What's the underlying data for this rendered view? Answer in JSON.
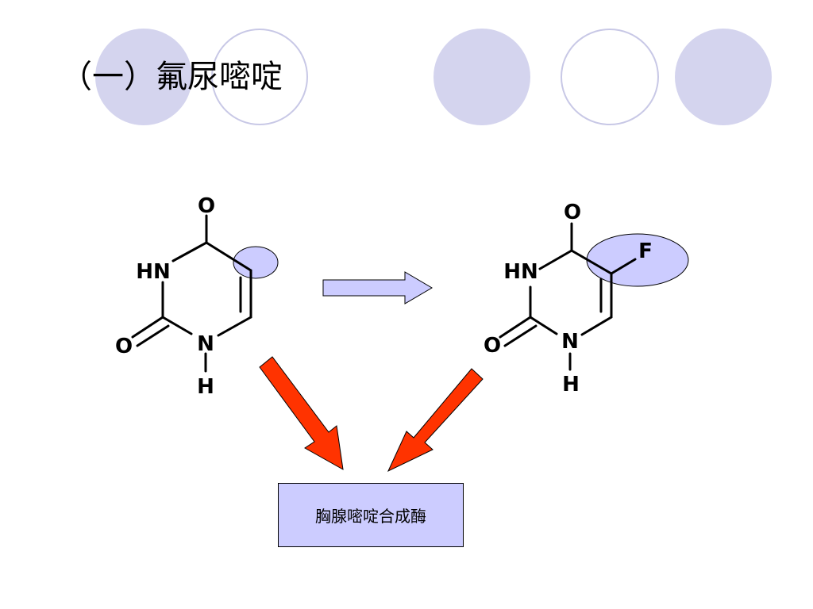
{
  "slide": {
    "title": "（一）氟尿嘧啶",
    "enzyme_label": "胸腺嘧啶合成酶"
  },
  "molecules": {
    "uracil": {
      "top_o": "O",
      "nh": "HN",
      "left_o": "O",
      "n": "N",
      "h": "H"
    },
    "fluorouracil": {
      "top_o": "O",
      "nh": "HN",
      "left_o": "O",
      "n": "N",
      "h": "H",
      "f": "F"
    }
  },
  "colors": {
    "decor_circle_fill": "#d4d4ee",
    "decor_circle_stroke": "#c8c8e6",
    "highlight_fill": "#ccccff",
    "block_arrow_fill": "#ccccff",
    "red_arrow_fill": "#ff3300",
    "enzyme_box_fill": "#ccccff"
  }
}
